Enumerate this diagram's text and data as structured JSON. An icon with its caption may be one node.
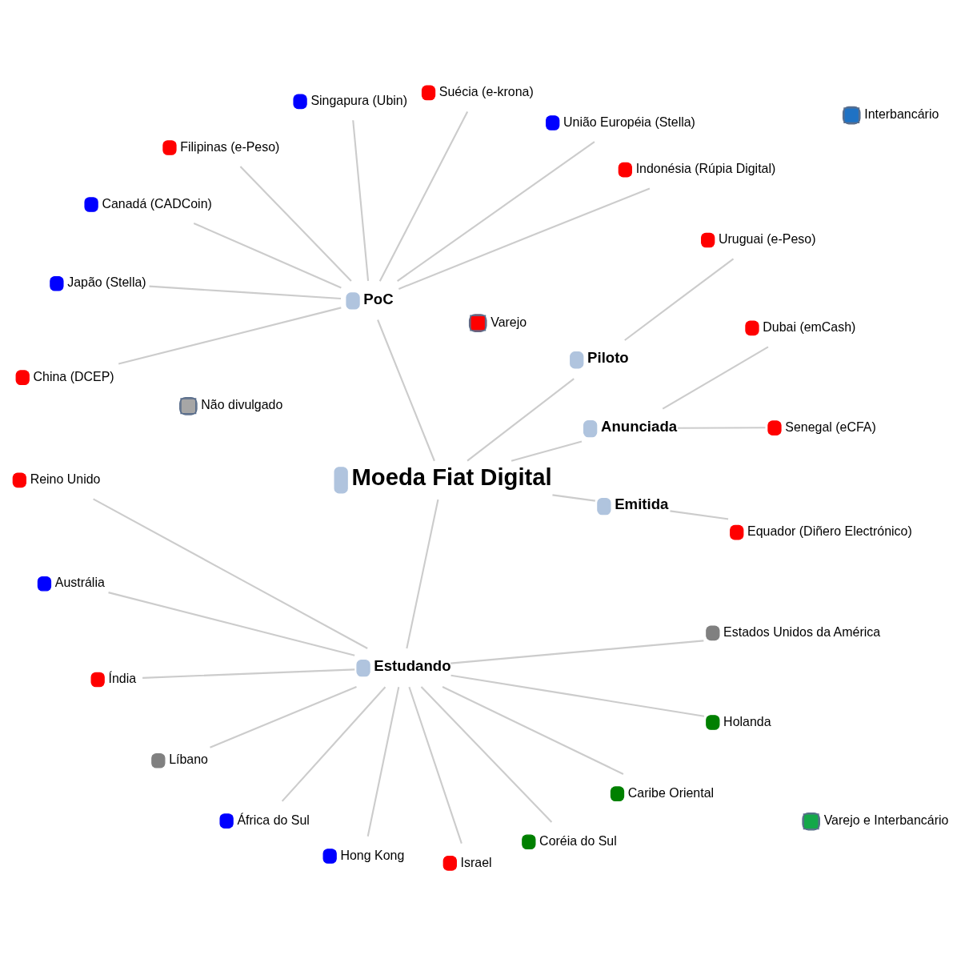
{
  "diagram": {
    "nodes": [
      {
        "text": [
          "Moeda Fiat Digital"
        ]
      },
      {
        "text": [
          "Anunciada"
        ]
      },
      {
        "text": [
          "Piloto"
        ]
      },
      {
        "text": [
          "PoC"
        ]
      },
      {
        "text": [
          "Estudando"
        ]
      },
      {
        "text": [
          "Emitida"
        ]
      },
      {
        "text": [
          "Senegal (eCFA)"
        ]
      },
      {
        "text": [
          "Dubai (emCash)"
        ]
      },
      {
        "text": [
          "Uruguai (e-Peso)"
        ]
      },
      {
        "text": [
          "Indonésia (Rúpia Digital)"
        ]
      },
      {
        "text": [
          "União Européia (Stella)"
        ]
      },
      {
        "text": [
          "Suécia (e-krona)"
        ]
      },
      {
        "text": [
          "Singapura (Ubin)"
        ]
      },
      {
        "text": [
          "Filipinas (e-Peso)"
        ]
      },
      {
        "text": [
          "Canadá (CADCoin)"
        ]
      },
      {
        "text": [
          "Japão (Stella)"
        ]
      },
      {
        "text": [
          "China (DCEP)"
        ]
      },
      {
        "text": [
          "Equador (Diñero Electrónico)"
        ]
      },
      {
        "text": [
          "Reino Unido"
        ]
      },
      {
        "text": [
          "Austrália"
        ]
      },
      {
        "text": [
          "Índia"
        ]
      },
      {
        "text": [
          "Líbano"
        ]
      },
      {
        "text": [
          "África do Sul"
        ]
      },
      {
        "text": [
          "Hong Kong"
        ]
      },
      {
        "text": [
          "Israel"
        ]
      },
      {
        "text": [
          "Coréia do Sul"
        ]
      },
      {
        "text": [
          "Caribe Oriental"
        ]
      },
      {
        "text": [
          "Holanda"
        ]
      },
      {
        "text": [
          "Estados Unidos da América"
        ]
      }
    ],
    "edges": [
      {
        "from": 0,
        "to": 1,
        "arrow": "none"
      },
      {
        "from": 0,
        "to": 2,
        "arrow": "none"
      },
      {
        "from": 0,
        "to": 3,
        "arrow": "none"
      },
      {
        "from": 0,
        "to": 4,
        "arrow": "none"
      },
      {
        "from": 0,
        "to": 5,
        "arrow": "none"
      },
      {
        "from": 1,
        "to": 6,
        "arrow": "none"
      },
      {
        "from": 1,
        "to": 7,
        "arrow": "none"
      },
      {
        "from": 2,
        "to": 8,
        "arrow": "none"
      },
      {
        "from": 3,
        "to": 9,
        "arrow": "none"
      },
      {
        "from": 3,
        "to": 10,
        "arrow": "none"
      },
      {
        "from": 3,
        "to": 11,
        "arrow": "none"
      },
      {
        "from": 3,
        "to": 12,
        "arrow": "none"
      },
      {
        "from": 3,
        "to": 13,
        "arrow": "none"
      },
      {
        "from": 3,
        "to": 14,
        "arrow": "none"
      },
      {
        "from": 3,
        "to": 15,
        "arrow": "none"
      },
      {
        "from": 3,
        "to": 16,
        "arrow": "none"
      },
      {
        "from": 5,
        "to": 17,
        "arrow": "none"
      },
      {
        "from": 4,
        "to": 18,
        "arrow": "none"
      },
      {
        "from": 4,
        "to": 19,
        "arrow": "none"
      },
      {
        "from": 4,
        "to": 20,
        "arrow": "none"
      },
      {
        "from": 4,
        "to": 21,
        "arrow": "none"
      },
      {
        "from": 4,
        "to": 22,
        "arrow": "none"
      },
      {
        "from": 4,
        "to": 23,
        "arrow": "none"
      },
      {
        "from": 4,
        "to": 24,
        "arrow": "none"
      },
      {
        "from": 4,
        "to": 25,
        "arrow": "none"
      },
      {
        "from": 4,
        "to": 26,
        "arrow": "none"
      },
      {
        "from": 4,
        "to": 27,
        "arrow": "none"
      },
      {
        "from": 4,
        "to": 28,
        "arrow": "none"
      }
    ],
    "legend": [
      {
        "text": "Varejo",
        "color": "#ff0000"
      },
      {
        "text": "Interbancário",
        "color": "#1f72c4"
      },
      {
        "text": "Não divulgado",
        "color": "#a6a6a6"
      },
      {
        "text": "Varejo e Interbancário",
        "color": "#14a84a"
      }
    ]
  }
}
